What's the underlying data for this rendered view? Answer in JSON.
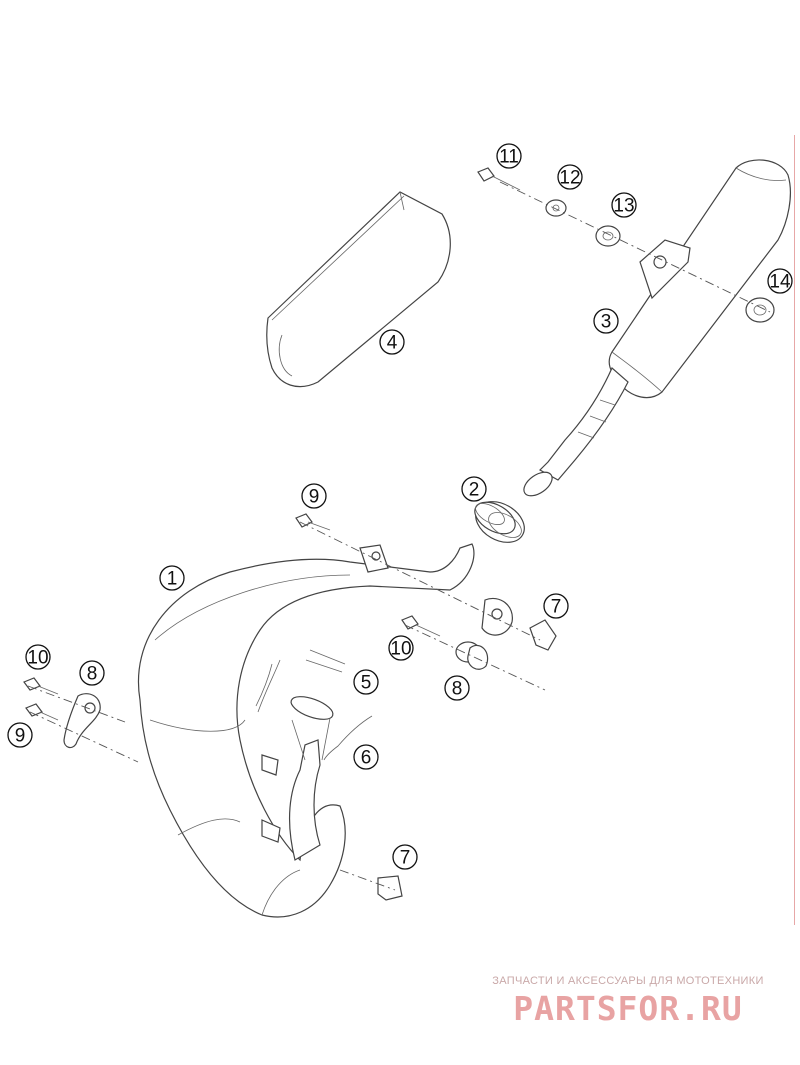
{
  "callouts": [
    {
      "key": "c1",
      "label": "1"
    },
    {
      "key": "c2",
      "label": "2"
    },
    {
      "key": "c3",
      "label": "3"
    },
    {
      "key": "c4",
      "label": "4"
    },
    {
      "key": "c5",
      "label": "5"
    },
    {
      "key": "c6",
      "label": "6"
    },
    {
      "key": "c7a",
      "label": "7"
    },
    {
      "key": "c7b",
      "label": "7"
    },
    {
      "key": "c8a",
      "label": "8"
    },
    {
      "key": "c8b",
      "label": "8"
    },
    {
      "key": "c9a",
      "label": "9"
    },
    {
      "key": "c9b",
      "label": "9"
    },
    {
      "key": "c10a",
      "label": "10"
    },
    {
      "key": "c10b",
      "label": "10"
    },
    {
      "key": "c11",
      "label": "11"
    },
    {
      "key": "c12",
      "label": "12"
    },
    {
      "key": "c13",
      "label": "13"
    },
    {
      "key": "c14",
      "label": "14"
    }
  ],
  "watermark": {
    "tagline": "ЗАПЧАСТИ И АКСЕССУАРЫ ДЛЯ МОТОТЕХНИКИ",
    "logo": "PARTSFOR.RU",
    "accent_color": "#e8a3a3"
  }
}
